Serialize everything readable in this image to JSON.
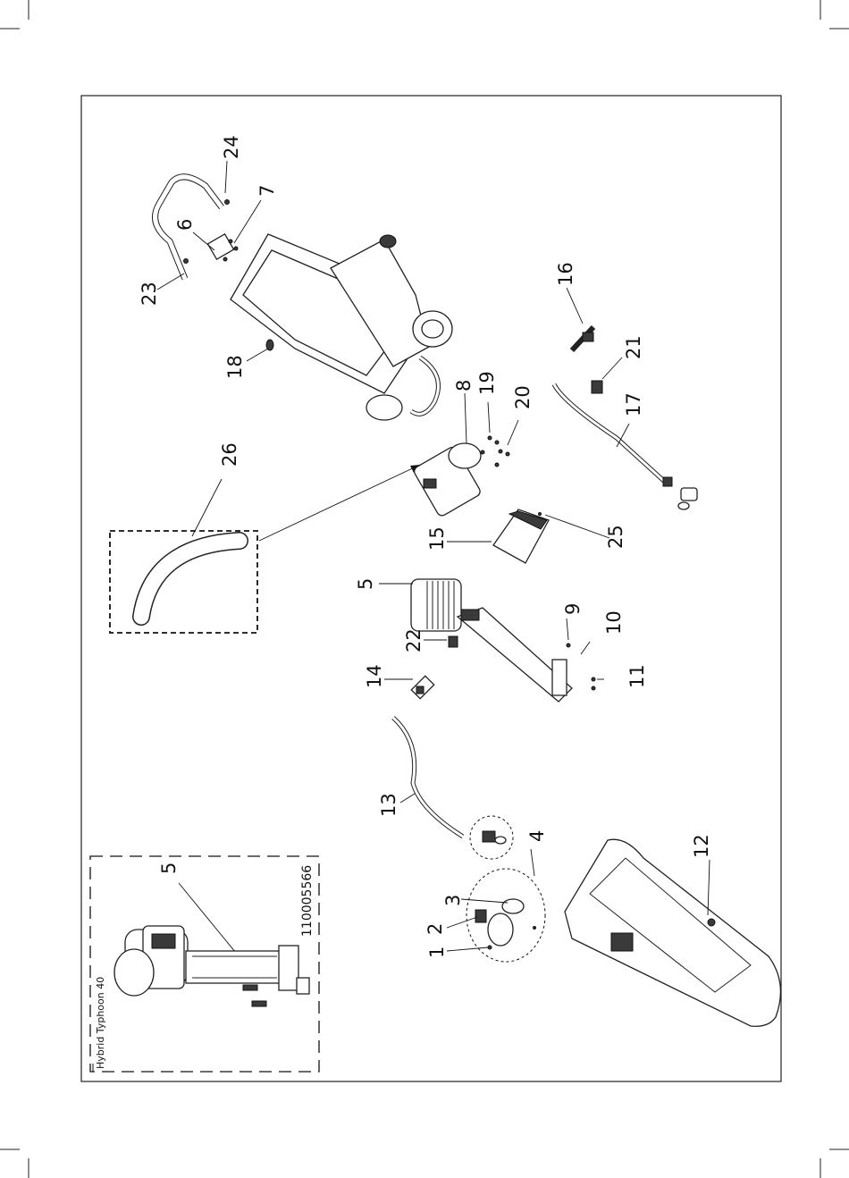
{
  "callouts": {
    "n1": "1",
    "n2": "2",
    "n3": "3",
    "n4": "4",
    "n5": "5",
    "n6": "6",
    "n7": "7",
    "n8": "8",
    "n9": "9",
    "n10": "10",
    "n11": "11",
    "n12": "12",
    "n13": "13",
    "n14": "14",
    "n15": "15",
    "n16": "16",
    "n17": "17",
    "n18": "18",
    "n19": "19",
    "n20": "20",
    "n21": "21",
    "n22": "22",
    "n23": "23",
    "n24": "24",
    "n25": "25",
    "n26": "26"
  },
  "inset": {
    "title": "Hybrid Typhoon 40",
    "callout": "5",
    "part_number": "110005566"
  }
}
